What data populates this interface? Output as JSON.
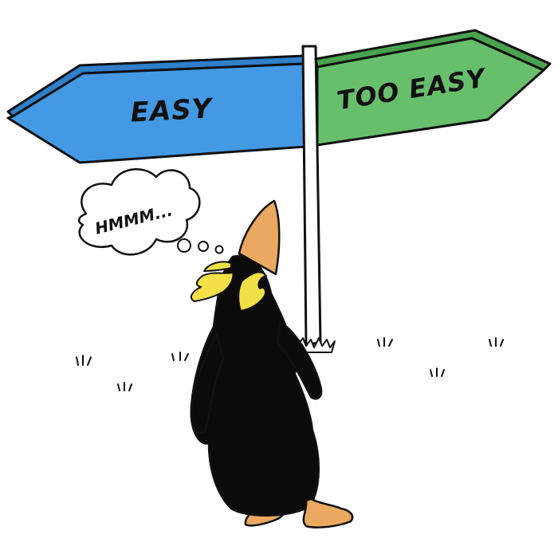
{
  "signpost": {
    "left_sign": {
      "label": "EASY",
      "color": "#4499E4"
    },
    "right_sign": {
      "label": "TOO EASY",
      "color": "#67BF6C"
    }
  },
  "thought_bubble": {
    "text": "HMMM..."
  },
  "colors": {
    "outline": "#111111",
    "penguin_body": "#0b0b0b",
    "beak": "#EBA860",
    "crest": "#F2E046",
    "post": "#ffffff"
  }
}
